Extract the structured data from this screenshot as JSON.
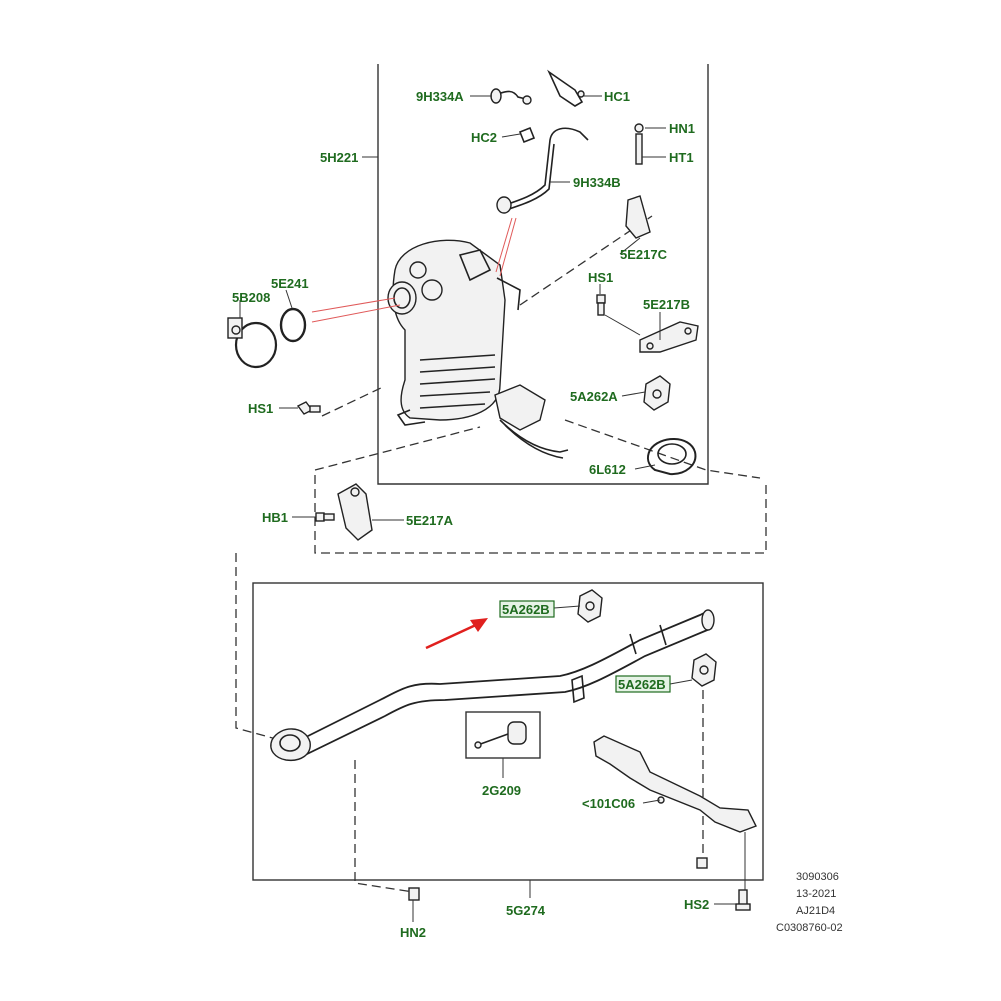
{
  "labels": {
    "l_9h334a": "9H334A",
    "l_hc1": "HC1",
    "l_hn1": "HN1",
    "l_hc2": "HC2",
    "l_ht1": "HT1",
    "l_5h221": "5H221",
    "l_9h334b": "9H334B",
    "l_5e217c": "5E217C",
    "l_5e241": "5E241",
    "l_5b208": "5B208",
    "l_hs1a": "HS1",
    "l_5e217b": "5E217B",
    "l_5a262a": "5A262A",
    "l_hs1b": "HS1",
    "l_6l612": "6L612",
    "l_hb1": "HB1",
    "l_5e217a": "5E217A",
    "l_5a262b_1": "5A262B",
    "l_5a262b_2": "5A262B",
    "l_2g209": "2G209",
    "l_101c06": "<101C06",
    "l_5g274": "5G274",
    "l_hs2": "HS2",
    "l_hn2": "HN2"
  },
  "reference": {
    "line1": "3090306",
    "line2": "13-2021",
    "line3": "AJ21D4",
    "line4": "C0308760-02"
  },
  "colors": {
    "label_green": "#1f6b1f",
    "arrow_red": "#e0201e",
    "leader_red": "#e05a5a"
  }
}
